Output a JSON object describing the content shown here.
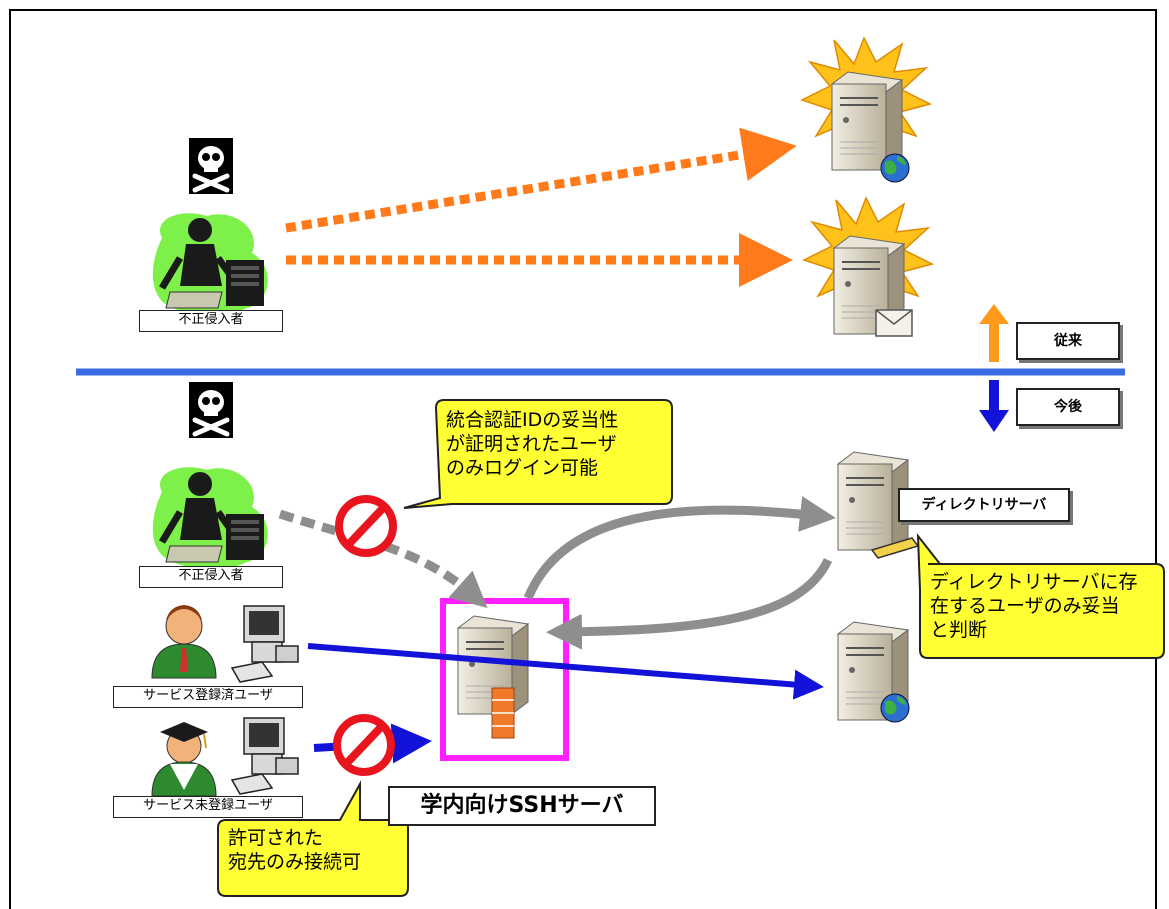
{
  "labels": {
    "intruder_top": "不正侵入者",
    "intruder_bottom": "不正侵入者",
    "registered_user": "サービス登録済ユーザ",
    "unregistered_user": "サービス未登録ユーザ",
    "before": "従来",
    "after": "今後",
    "directory_server": "ディレクトリサーバ",
    "ssh_server": "学内向けSSHサーバ"
  },
  "callouts": {
    "auth_note": "統合認証IDの妥当性\nが証明されたユーザ\nのみログイン可能",
    "directory_note": "ディレクトリサーバに存\n在するユーザのみ妥当\nと判断",
    "destination_note": "許可された\n宛先のみ接続可"
  },
  "colors": {
    "divider": "#3b6be0",
    "attack_arrow": "#ff7a1a",
    "allowed_arrow": "#1212d8",
    "blocked_arrow": "#8e8e8e",
    "ssh_highlight": "#ff20ff",
    "callout_fill": "#ffff33",
    "burst": "#ffc21a",
    "prohibit": "#e8141e"
  },
  "icons": [
    "skull-icon",
    "hacker-icon",
    "server-icon",
    "globe-icon",
    "mail-icon",
    "user-icon",
    "graduate-icon",
    "computer-icon",
    "prohibited-icon",
    "burst-icon"
  ]
}
